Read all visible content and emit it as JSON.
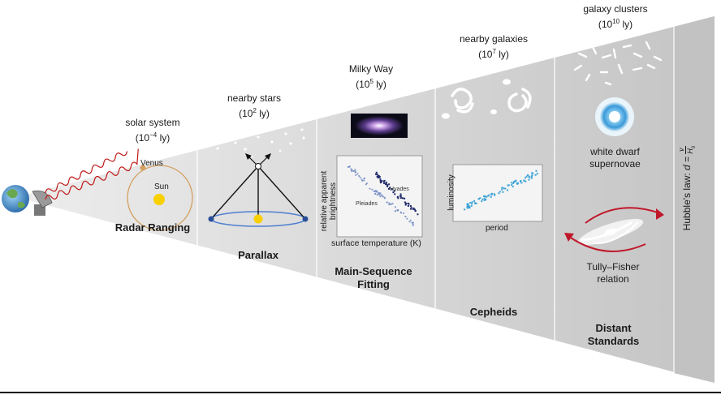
{
  "stages": [
    {
      "name": "solar system",
      "distance": "(10",
      "exp": "−4",
      "unit": " ly)",
      "method": "Radar Ranging",
      "labels": {
        "venus": "Venus",
        "sun": "Sun"
      }
    },
    {
      "name": "nearby stars",
      "distance": "(10",
      "exp": "2",
      "unit": " ly)",
      "method": "Parallax"
    },
    {
      "name": "Milky Way",
      "distance": "(10",
      "exp": "5",
      "unit": " ly)",
      "method_line1": "Main-Sequence",
      "method_line2": "Fitting",
      "plot": {
        "ylabel_1": "relative apparent",
        "ylabel_2": "brightness",
        "xlabel": "surface temperature (K)",
        "cluster_a": "Pleiades",
        "cluster_b": "Hyades"
      }
    },
    {
      "name": "nearby galaxies",
      "distance": "(10",
      "exp": "7",
      "unit": " ly)",
      "method": "Cepheids",
      "plot": {
        "ylabel": "luminosity",
        "xlabel": "period"
      }
    },
    {
      "name": "galaxy clusters",
      "distance": "(10",
      "exp": "10",
      "unit": " ly)",
      "method_line1": "Distant",
      "method_line2": "Standards",
      "sub1_line1": "white dwarf",
      "sub1_line2": "supernovae",
      "sub2_line1": "Tully–Fisher",
      "sub2_line2": "relation"
    }
  ],
  "hubble": {
    "text": "Hubble's law: ",
    "var": "d",
    "eq": " = ",
    "num": "v",
    "den": "H",
    "den_sub": "0"
  },
  "colors": {
    "cone": "#d2d2d2",
    "cone_dark": "#bdbdbd",
    "wave": "#c01818",
    "sun": "#f8d000",
    "orbit": "#d4a060",
    "parallax_orbit": "#4f7fd0",
    "cepheid": "#3ea4d8",
    "arrow": "#c0182a",
    "supernova": "#3a9ad8"
  }
}
